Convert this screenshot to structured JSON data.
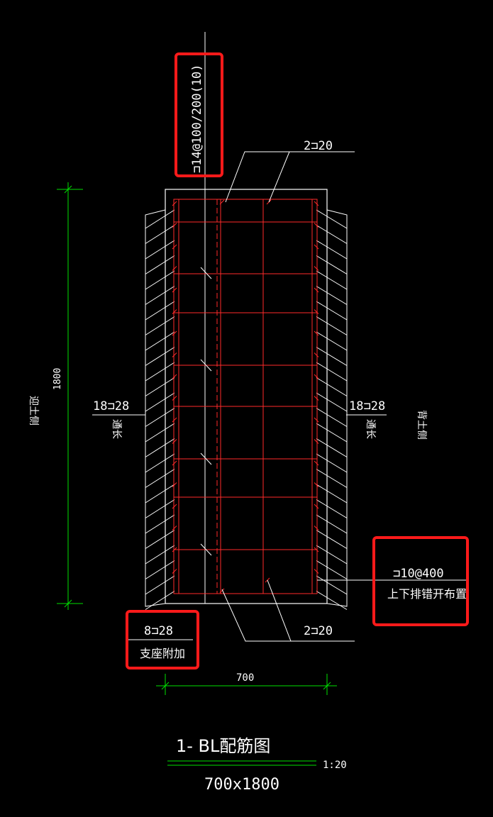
{
  "colors": {
    "background": "#000000",
    "outline": "#ffffff",
    "rebar": "#ff2a2a",
    "dimension": "#00e000",
    "highlight": "#ff1a1a"
  },
  "labels": {
    "stirrup": "⊐14@100/200(10)",
    "top_bars": "2⊐20",
    "bottom_bars": "2⊐20",
    "left_side_bars": "18⊐28",
    "left_side_note": "通长",
    "right_side_bars": "18⊐28",
    "right_side_note": "通长",
    "support_bars": "8⊐28",
    "support_note": "支座附加",
    "tie_bars": "⊐10@400",
    "tie_note": "上下排错开布置",
    "left_side_label": "迎土侧",
    "right_side_label": "背土侧",
    "height_dim": "1800",
    "width_dim": "700"
  },
  "title": {
    "name": "1- BL配筋图",
    "scale": "1:20",
    "size": "700x1800"
  }
}
